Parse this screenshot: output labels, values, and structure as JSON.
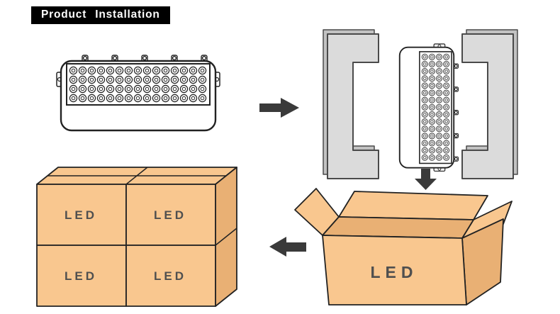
{
  "banner": {
    "title": "Product Installation"
  },
  "carton": {
    "label": "LED"
  },
  "colors": {
    "banner_bg": "#000000",
    "banner_text": "#FFFFFF",
    "cardboard": "#F9C78F",
    "cardboard_shadow": "#E9B074",
    "foam": "#DBDBDB",
    "outline": "#222222",
    "arrow": "#3A3A3A",
    "label_text": "#4F4F4F"
  },
  "illustrations": {
    "step1": "led-floodlight",
    "step2": "floodlight-in-foam-protectors",
    "step3": "open-carton",
    "step4": "stacked-cartons"
  }
}
